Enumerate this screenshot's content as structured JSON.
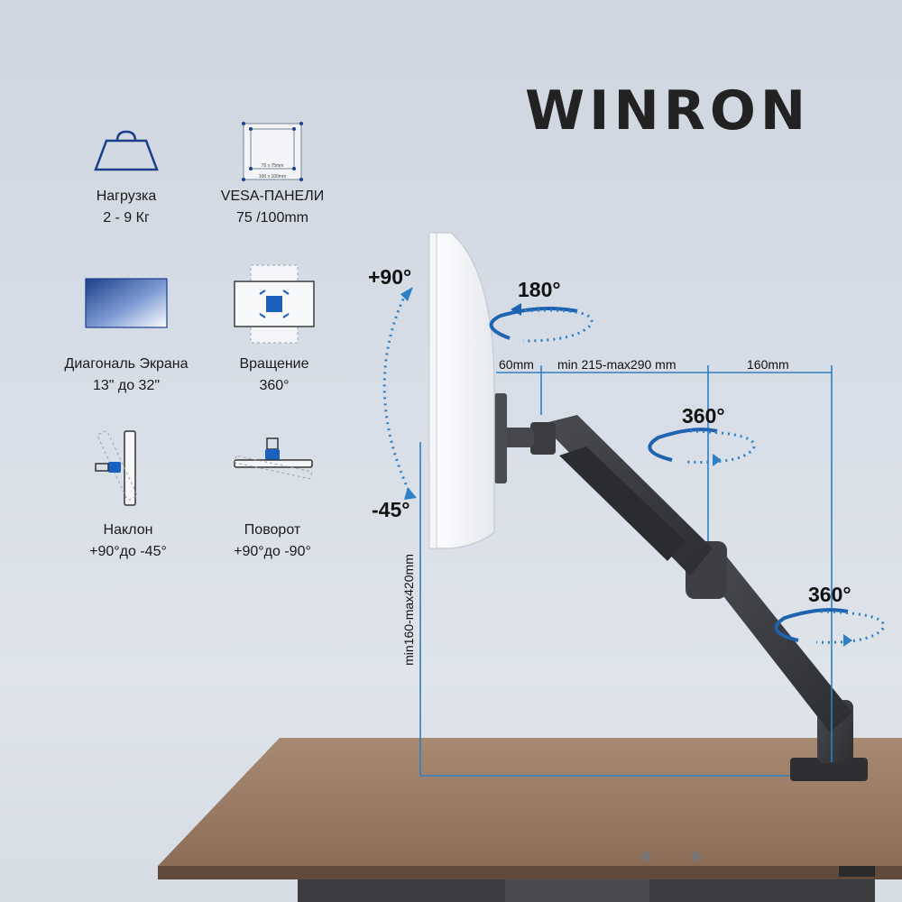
{
  "brand": {
    "name": "WINRON"
  },
  "features": [
    {
      "icon": "weight-icon",
      "title": "Нагрузка",
      "value": "2 - 9 Кг"
    },
    {
      "icon": "vesa-icon",
      "title": "VESA-ПАНЕЛИ",
      "value": "75 /100mm",
      "vesa_inner": "75 x 75mm",
      "vesa_outer": "100 x 100mm"
    },
    {
      "icon": "screen-diagonal-icon",
      "title": "Диагональ Экрана",
      "value": "13\" до 32\""
    },
    {
      "icon": "rotation-icon",
      "title": "Вращение",
      "value": "360°"
    },
    {
      "icon": "tilt-icon",
      "title": "Наклон",
      "value": "+90°до -45°"
    },
    {
      "icon": "swivel-icon",
      "title": "Поворот",
      "value": "+90°до -90°"
    }
  ],
  "dimensions": {
    "tilt_up": "+90°",
    "tilt_down": "-45°",
    "swivel_monitor": "180°",
    "rotate_joint": "360°",
    "rotate_base": "360°",
    "depth_monitor": "60mm",
    "arm_extension": "min 215-max290 mm",
    "base_offset": "160mm",
    "height_range": "min160-max420mm"
  },
  "colors": {
    "accent": "#2f7fc4",
    "navy": "#1b3f8a",
    "arm": "#3a3c40",
    "desk": "#9a7a62"
  }
}
